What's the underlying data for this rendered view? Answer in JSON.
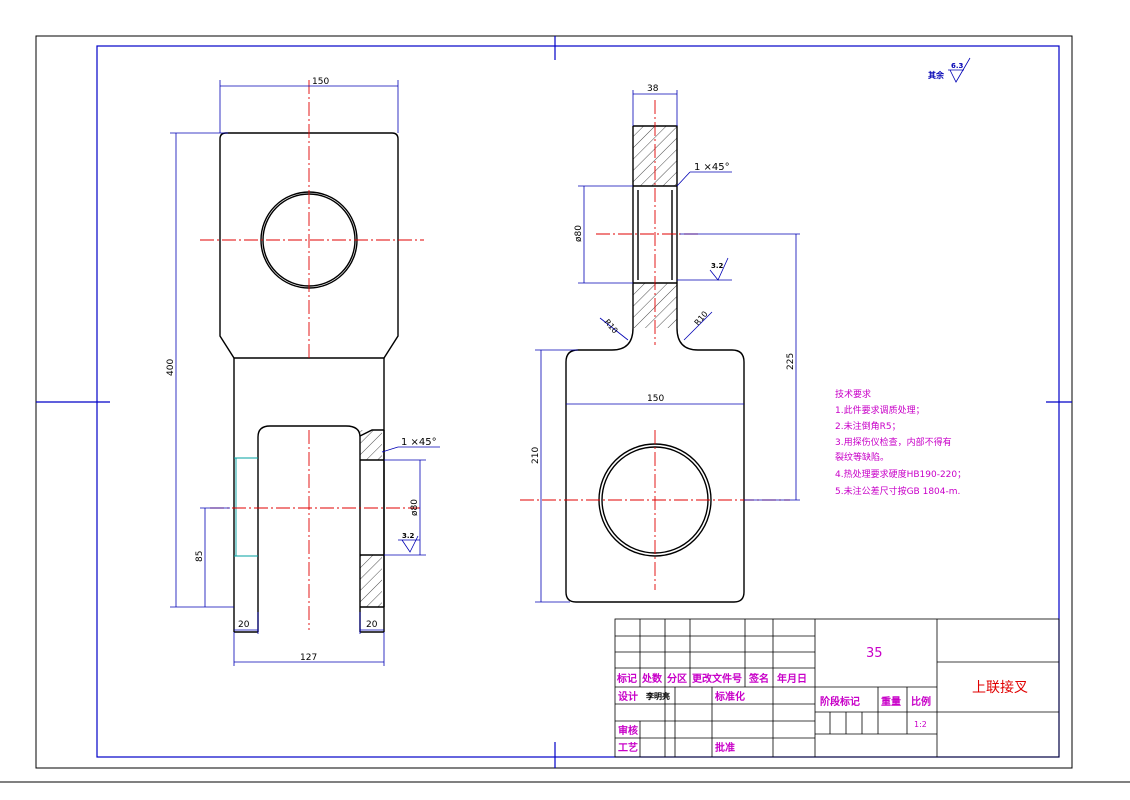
{
  "dims": {
    "top_width": "150",
    "height_total": "400",
    "depth_85": "85",
    "w_20_left": "20",
    "w_20_right": "20",
    "w_127": "127",
    "chamfer_left": "1 ×45°",
    "dia_left": "ø80",
    "rough_left": "3.2",
    "side_width": "38",
    "chamfer_right": "1 ×45°",
    "dia_right": "ø80",
    "rough_right": "3.2",
    "r10_left": "R10",
    "r10_right": "R10",
    "plate_width": "150",
    "h_225": "225",
    "h_210": "210"
  },
  "roughness_other": {
    "label": "其余",
    "value": "6.3"
  },
  "tech_notes": {
    "title": "技术要求",
    "lines": [
      "1.此件要求调质处理；",
      "2.未注倒角R5；",
      "3.用探伤仪检查，内部不得有",
      "   裂纹等缺陷。",
      "4.热处理要求硬度HB190-220；",
      "5.未注公差尺寸按GB 1804-m."
    ]
  },
  "title_block": {
    "material": "35",
    "part_name": "上联接叉",
    "h_mark": "标记",
    "h_count": "处数",
    "h_zone": "分区",
    "h_docno": "更改文件号",
    "h_sign": "签名",
    "h_date": "年月日",
    "design": "设计",
    "designer": "李明亮",
    "standard": "标准化",
    "review": "审核",
    "process": "工艺",
    "approve": "批准",
    "stage_mark": "阶段标记",
    "weight": "重量",
    "scale_label": "比例",
    "scale_value": "1:2"
  }
}
